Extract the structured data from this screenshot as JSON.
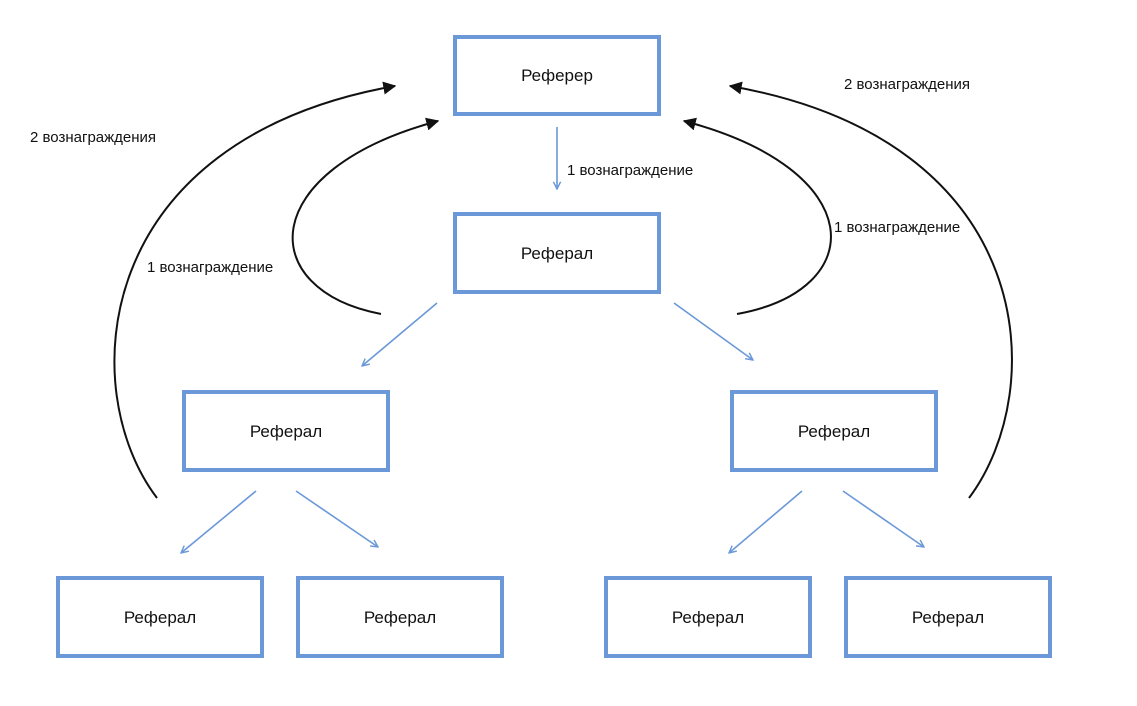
{
  "nodes": {
    "root": "Реферер",
    "level1": "Реферал",
    "level2_left": "Реферал",
    "level2_right": "Реферал",
    "level3_1": "Реферал",
    "level3_2": "Реферал",
    "level3_3": "Реферал",
    "level3_4": "Реферал"
  },
  "labels": {
    "root_to_level1": "1 вознаграждение",
    "inner_left_return": "1 вознаграждение",
    "inner_right_return": "1 вознаграждение",
    "outer_left_return": "2 вознаграждения",
    "outer_right_return": "2 вознаграждения"
  },
  "colors": {
    "box_border": "#6a98d8",
    "flow_arrow": "#6a98d8",
    "reward_arrow": "#111111"
  }
}
